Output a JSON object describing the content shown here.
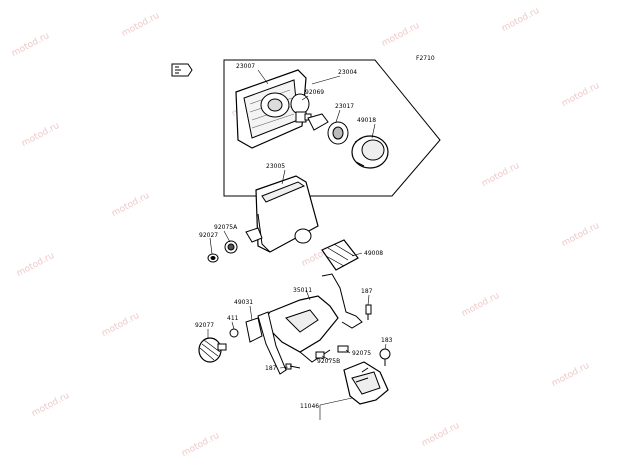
{
  "figure_code": "F2710",
  "watermark": "motod.ru",
  "parts": {
    "p23007": "23007",
    "p23004": "23004",
    "p92069": "92069",
    "p23017": "23017",
    "p49018": "49018",
    "p23005": "23005",
    "p92075A": "92075A",
    "p92027": "92027",
    "p49008": "49008",
    "p49031": "49031",
    "p35011": "35011",
    "p187a": "187",
    "p92077": "92077",
    "p411": "411",
    "p183": "183",
    "p92075": "92075",
    "p92075B": "92075B",
    "p187b": "187",
    "p11046": "11046"
  }
}
